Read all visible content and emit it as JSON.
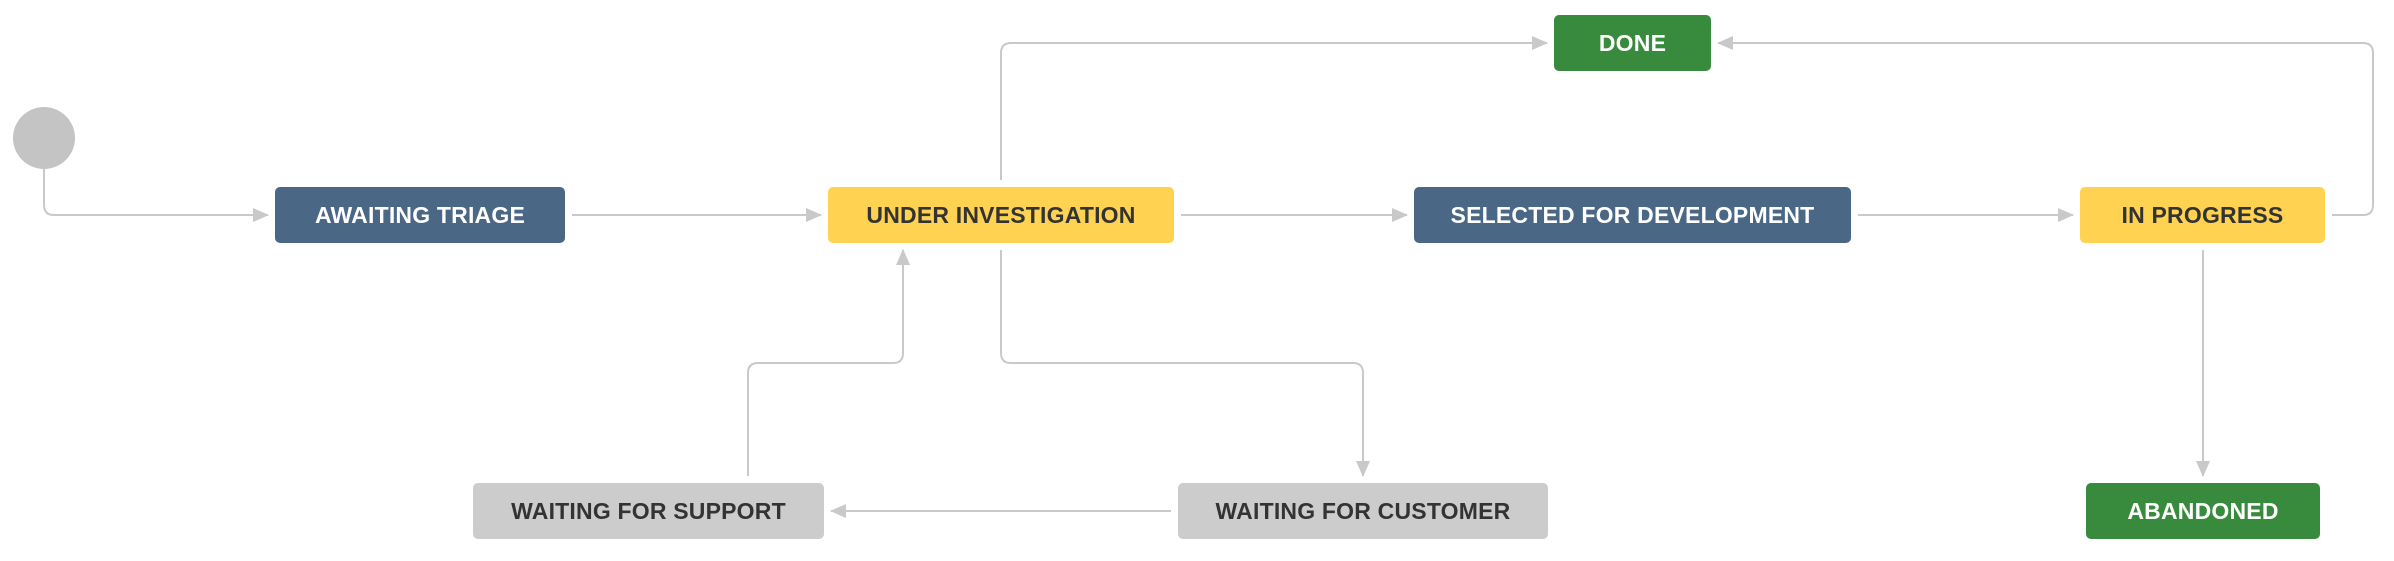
{
  "colors": {
    "todo": "#4a6785",
    "in_progress": "#ffd351",
    "done": "#388a3c",
    "waiting": "#cccccc",
    "start": "#c4c4c4",
    "line": "#c9c9c9",
    "text_light": "#ffffff",
    "text_dark": "#333333"
  },
  "workflow": {
    "statuses": {
      "done": {
        "label": "DONE",
        "category": "done"
      },
      "awaiting_triage": {
        "label": "AWAITING TRIAGE",
        "category": "todo"
      },
      "under_investigation": {
        "label": "UNDER INVESTIGATION",
        "category": "in_progress"
      },
      "selected_for_development": {
        "label": "SELECTED FOR DEVELOPMENT",
        "category": "todo"
      },
      "in_progress": {
        "label": "IN PROGRESS",
        "category": "in_progress"
      },
      "waiting_for_support": {
        "label": "WAITING FOR SUPPORT",
        "category": "waiting"
      },
      "waiting_for_customer": {
        "label": "WAITING FOR CUSTOMER",
        "category": "waiting"
      },
      "abandoned": {
        "label": "ABANDONED",
        "category": "done"
      }
    },
    "transitions": [
      {
        "from": "start",
        "to": "awaiting_triage"
      },
      {
        "from": "awaiting_triage",
        "to": "under_investigation"
      },
      {
        "from": "under_investigation",
        "to": "selected_for_development"
      },
      {
        "from": "selected_for_development",
        "to": "in_progress"
      },
      {
        "from": "under_investigation",
        "to": "done"
      },
      {
        "from": "in_progress",
        "to": "done"
      },
      {
        "from": "under_investigation",
        "to": "waiting_for_customer"
      },
      {
        "from": "waiting_for_customer",
        "to": "waiting_for_support"
      },
      {
        "from": "waiting_for_support",
        "to": "under_investigation"
      },
      {
        "from": "in_progress",
        "to": "abandoned"
      }
    ]
  }
}
